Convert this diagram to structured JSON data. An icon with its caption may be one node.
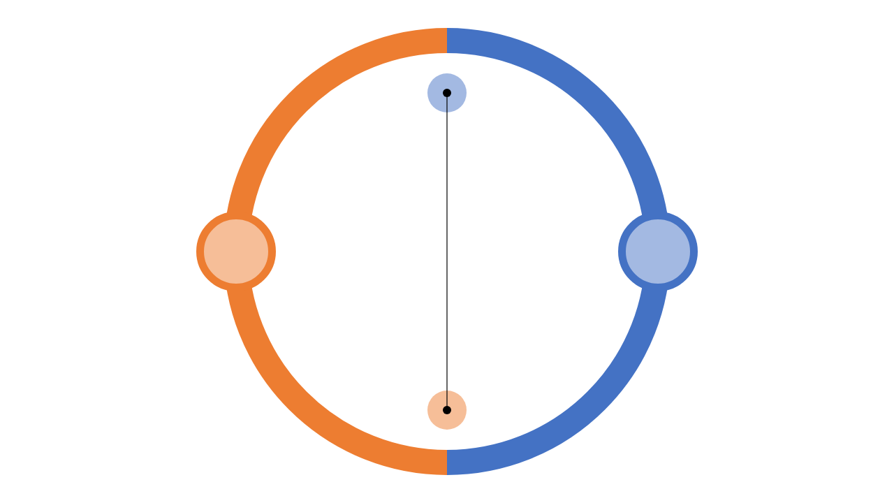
{
  "diagram": {
    "nodes": [
      {
        "text": [],
        "shape": "circle"
      },
      {
        "text": [],
        "shape": "circle"
      },
      {
        "text": [],
        "shape": "circle"
      },
      {
        "text": [],
        "shape": "circle"
      }
    ],
    "edges": [
      {
        "from": 2,
        "to": 3,
        "arrow": "other"
      }
    ]
  }
}
